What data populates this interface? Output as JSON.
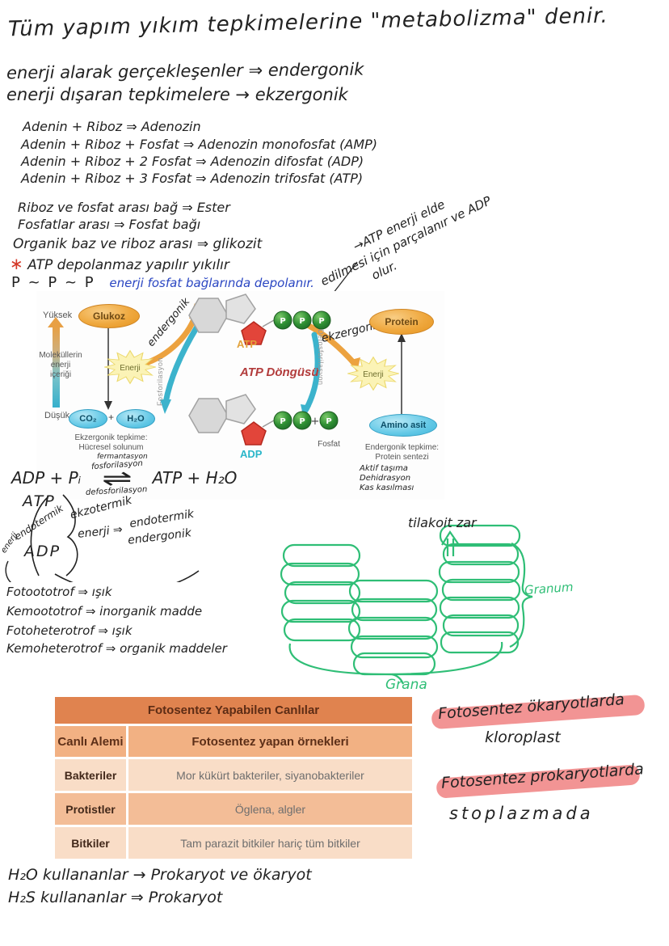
{
  "header": {
    "line1": "Tüm yapım yıkım tepkimelerine \"metabolizma\" denir.",
    "line2": "enerji alarak gerçekleşenler ⇒ endergonik",
    "line3": "enerji dışaran tepkimelere → ekzergonik"
  },
  "adenin_lines": [
    "Adenin + Riboz ⇒ Adenozin",
    "Adenin + Riboz + Fosfat ⇒ Adenozin monofosfat (AMP)",
    "Adenin + Riboz + 2 Fosfat ⇒ Adenozin difosfat (ADP)",
    "Adenin + Riboz + 3 Fosfat ⇒ Adenozin trifosfat (ATP)"
  ],
  "bond_lines": [
    "Riboz ve fosfat arası bağ ⇒ Ester",
    "Fosfatlar arası ⇒ Fosfat bağı",
    "Organik baz ve riboz arası ⇒ glikozit"
  ],
  "atp_star_note": {
    "star": "∗",
    "text": "ATP depolanmaz yapılır yıkılır"
  },
  "p_note": {
    "p_chain": "P ~ P ~ P",
    "blue_text": "enerji fosfat bağlarında depolanır."
  },
  "atp_annotation": {
    "l1": "→ATP enerji elde",
    "l2": "edilmesi için parçalanır ve ADP",
    "l3": "olur."
  },
  "diagram": {
    "axis": {
      "high": "Yüksek",
      "label_l1": "Moleküllerin",
      "label_l2": "enerji",
      "label_l3": "içeriği",
      "low": "Düşük"
    },
    "glucose": "Glukoz",
    "co2": "CO₂",
    "plus": "+",
    "h2o": "H₂O",
    "left_caption_l1": "Ekzergonik tepkime:",
    "left_caption_l2": "Hücresel solunum",
    "left_caption_hw": "fermantasyon",
    "energy": "Enerji",
    "fosforilasyon": "Fosforilasyon",
    "defosforilasyon": "Defosforilasyon",
    "endergonik_hw": "endergonik",
    "ekzergonik_hw": "ekzergonik",
    "atp": "ATP",
    "adp": "ADP",
    "cycle_title": "ATP Döngüsü",
    "p": "P",
    "fosfat": "Fosfat",
    "protein": "Protein",
    "amino": "Amino asit",
    "right_caption_l1": "Endergonik tepkime:",
    "right_caption_l2": "Protein sentezi",
    "right_caption_hw": [
      "Aktif taşıma",
      "Dehidrasyon",
      "Kas kasılması"
    ]
  },
  "equation": {
    "left": "ADP + Pᵢ",
    "top_label": "fosforilasyon",
    "arrows": "⇌",
    "bottom_label": "defosforilasyon",
    "right": "ATP + H₂O"
  },
  "cycle_hw": {
    "atp": "ATP",
    "adp": "ADP",
    "endotermik": "endotermik",
    "enerji_small": "enerji",
    "ekzotermik": "ekzotermik",
    "enerji": "enerji ⇒",
    "endotermik2": "endotermik",
    "endergonik2": "endergonik"
  },
  "trof_lines": [
    "Fotoototrof ⇒ ışık",
    "Kemoototrof ⇒ inorganik madde",
    "Fotoheterotrof ⇒ ışık",
    "Kemoheterotrof ⇒ organik maddeler"
  ],
  "thylakoid": {
    "label": "tilakoit zar",
    "granum": "Granum",
    "grana": "Grana"
  },
  "table": {
    "title": "Fotosentez Yapabilen Canlılar",
    "col1": "Canlı Alemi",
    "col2": "Fotosentez yapan örnekleri",
    "rows": [
      {
        "alem": "Bakteriler",
        "ornek": "Mor kükürt bakteriler, siyanobakteriler"
      },
      {
        "alem": "Protistler",
        "ornek": "Öglena, algler"
      },
      {
        "alem": "Bitkiler",
        "ornek": "Tam parazit bitkiler hariç tüm bitkiler"
      }
    ]
  },
  "pink_notes": [
    {
      "highlighted": "Fotosentez ökaryotlarda",
      "below": "kloroplast"
    },
    {
      "highlighted": "Fotosentez prokaryotlarda",
      "below": "stoplazmada"
    }
  ],
  "bottom_lines": [
    "H₂O kullananlar → Prokaryot ve ökaryot",
    "H₂S kullananlar ⇒ Prokaryot"
  ],
  "colors": {
    "ink": "#222222",
    "blue_ink": "#2a46c2",
    "red_ink": "#d43a2a",
    "green_ink": "#2fbe76",
    "pink_highlight": "#f29494",
    "table_title": "#e0834f",
    "table_header": "#f2b183",
    "table_row_light": "#f9ddc7",
    "table_row_mid": "#f3bd97"
  }
}
